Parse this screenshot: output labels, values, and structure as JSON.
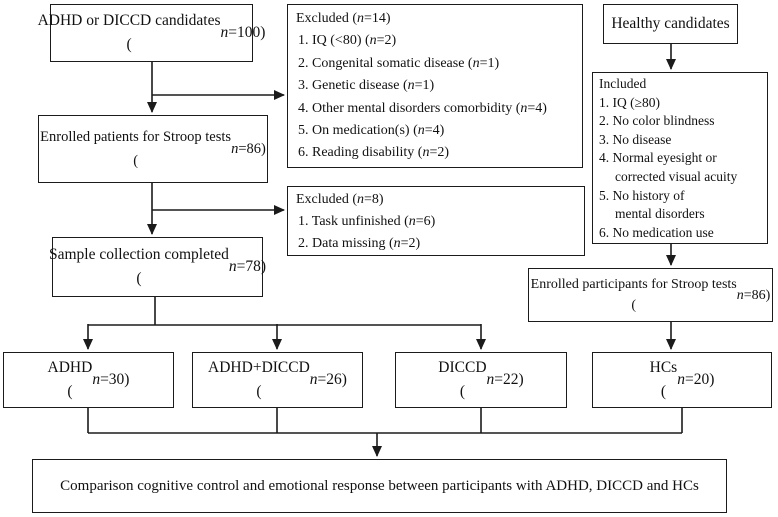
{
  "diagram": {
    "title": "Participant flow chart for Stroop study",
    "colors": {
      "background": "#ffffff",
      "line": "#1b1b1b",
      "text": "#111111",
      "box_fill": "#ffffff"
    },
    "boxes": {
      "adhd_diccd_candidates": {
        "label": [
          "ADHD or DICCD candidates",
          "(n=100)"
        ]
      },
      "excluded_initial": {
        "heading": "Excluded (n=14)",
        "items": [
          "1. IQ (<80) (n=2)",
          "2. Congenital somatic disease (n=1)",
          "3. Genetic disease (n=1)",
          "4. Other mental disorders comorbidity (n=4)",
          "5. On medication(s) (n=4)",
          "6. Reading disability (n=2)"
        ]
      },
      "healthy_candidates": {
        "label": [
          "Healthy candidates"
        ]
      },
      "included_criteria": {
        "heading": "Included",
        "items": [
          "1. IQ (≥80)",
          "2. No color blindness",
          "3. No disease",
          "4. Normal eyesight or\ncorrected visual acuity",
          "5. No history of\nmental disorders",
          "6. No medication use"
        ]
      },
      "enrolled_patients": {
        "label": [
          "Enrolled patients for Stroop tests",
          "(n=86)"
        ]
      },
      "excluded_task": {
        "heading": "Excluded (n=8)",
        "items": [
          "1. Task unfinished (n=6)",
          "2. Data missing (n=2)"
        ]
      },
      "sample_collection": {
        "label": [
          "Sample collection completed",
          "(n=78)"
        ]
      },
      "enrolled_participants": {
        "label": [
          "Enrolled participants for Stroop tests",
          "(n=86)"
        ]
      },
      "group_adhd": {
        "label": [
          "ADHD",
          "(n=30)"
        ]
      },
      "group_adhd_diccd": {
        "label": [
          "ADHD+DICCD",
          "(n=26)"
        ]
      },
      "group_diccd": {
        "label": [
          "DICCD",
          "(n=22)"
        ]
      },
      "group_hcs": {
        "label": [
          "HCs",
          "(n=20)"
        ]
      },
      "comparison": {
        "label": [
          "Comparison cognitive control and emotional response between participants with ADHD, DICCD and HCs"
        ]
      }
    }
  }
}
